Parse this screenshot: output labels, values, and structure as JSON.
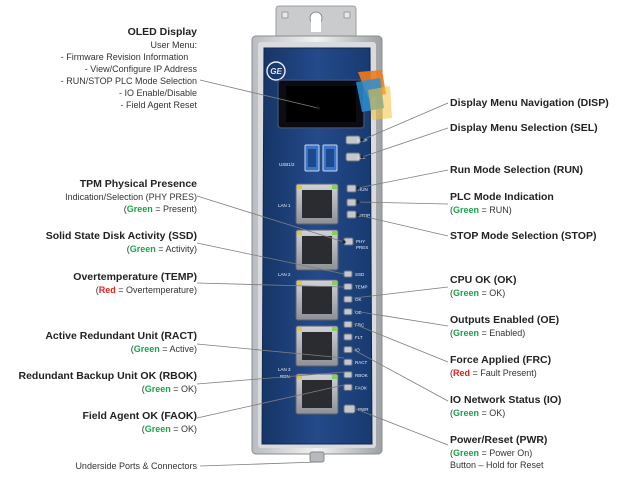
{
  "left": {
    "oled": {
      "title": "OLED Display",
      "menu_title": "User Menu:",
      "menu_items": [
        "-  Firmware Revision Information",
        "-  View/Configure IP Address",
        "-  RUN/STOP PLC Mode Selection",
        "-  IO Enable/Disable",
        "-  Field Agent Reset"
      ]
    },
    "tpm": {
      "title": "TPM Physical Presence",
      "desc1": "Indication/Selection (PHY PRES)",
      "desc2_color": "Green",
      "desc2_rest": " = Present)"
    },
    "ssd": {
      "title": "Solid State Disk Activity (SSD)",
      "desc_color": "Green",
      "desc_rest": " = Activity)"
    },
    "temp": {
      "title": "Overtemperature (TEMP)",
      "desc_color": "Red",
      "desc_rest": " = Overtemperature)"
    },
    "ract": {
      "title": "Active Redundant Unit (RACT)",
      "desc_color": "Green",
      "desc_rest": " = Active)"
    },
    "rbok": {
      "title": "Redundant Backup Unit OK (RBOK)",
      "desc_color": "Green",
      "desc_rest": " = OK)"
    },
    "faok": {
      "title": "Field Agent OK (FAOK)",
      "desc_color": "Green",
      "desc_rest": " = OK)"
    },
    "underside": "Underside Ports & Connectors"
  },
  "right": {
    "disp": {
      "title": "Display Menu Navigation (DISP)"
    },
    "sel": {
      "title": "Display Menu Selection (SEL)"
    },
    "run": {
      "title": "Run Mode Selection (RUN)"
    },
    "plc": {
      "title": "PLC Mode Indication",
      "desc_color": "Green",
      "desc_rest": " = RUN)"
    },
    "stop": {
      "title": "STOP Mode Selection (STOP)"
    },
    "cpuok": {
      "title": "CPU OK (OK)",
      "desc_color": "Green",
      "desc_rest": " = OK)"
    },
    "oe": {
      "title": "Outputs Enabled (OE)",
      "desc_color": "Green",
      "desc_rest": " = Enabled)"
    },
    "frc": {
      "title": "Force Applied (FRC)",
      "desc_color": "Red",
      "desc_rest": " = Fault Present)"
    },
    "io": {
      "title": "IO Network Status (IO)",
      "desc_color": "Green",
      "desc_rest": " = OK)"
    },
    "pwr": {
      "title": "Power/Reset (PWR)",
      "desc_color": "Green",
      "desc_rest": " = Power On)",
      "desc2": "Button – Hold for Reset"
    }
  },
  "device": {
    "logo": "GE",
    "usb_label": "USB1/2",
    "lan_labels": [
      "LAN 1",
      "LAN 2",
      "LAN 3"
    ],
    "lan3_sub": "RDN",
    "top_buttons": [
      "DISP",
      "SEL"
    ],
    "mode_buttons": [
      "RUN",
      "",
      "STOP"
    ],
    "phy_pres": [
      "PHY",
      "PRES"
    ],
    "leds": [
      "SSD",
      "TEMP",
      "OK",
      "OE",
      "FRC",
      "FLT",
      "IO",
      "RACT",
      "RBOK",
      "FAOK"
    ],
    "pwr": "PWR",
    "colors": {
      "green": "#1aa34a",
      "red": "#e0231b",
      "panel": "#1f3f7a"
    }
  }
}
